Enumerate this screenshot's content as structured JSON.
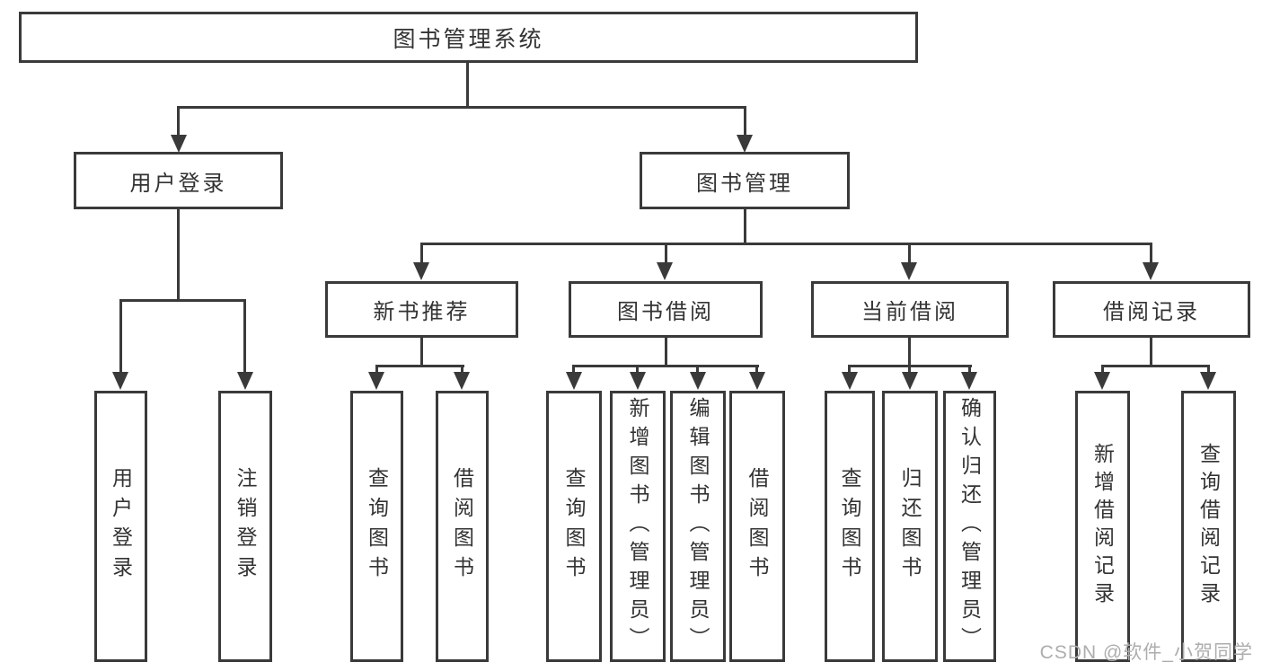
{
  "colors": {
    "background": "#ffffff",
    "node_background": "#ffffff",
    "line": "#3a3a3a",
    "text": "#333333",
    "watermark": "#adadad"
  },
  "tree": {
    "root": "图书管理系统",
    "children": [
      {
        "label": "用户登录",
        "children": [
          {
            "label": "用户登录"
          },
          {
            "label": "注销登录"
          }
        ]
      },
      {
        "label": "图书管理",
        "children": [
          {
            "label": "新书推荐",
            "children": [
              {
                "label": "查询图书"
              },
              {
                "label": "借阅图书"
              }
            ]
          },
          {
            "label": "图书借阅",
            "children": [
              {
                "label": "查询图书"
              },
              {
                "label": "新增图书（管理员）"
              },
              {
                "label": "编辑图书（管理员）"
              },
              {
                "label": "借阅图书"
              }
            ]
          },
          {
            "label": "当前借阅",
            "children": [
              {
                "label": "查询图书"
              },
              {
                "label": "归还图书"
              },
              {
                "label": "确认归还（管理员）"
              }
            ]
          },
          {
            "label": "借阅记录",
            "children": [
              {
                "label": "新增借阅记录"
              },
              {
                "label": "查询借阅记录"
              }
            ]
          }
        ]
      }
    ]
  },
  "watermark": "CSDN @软件_小贺同学"
}
